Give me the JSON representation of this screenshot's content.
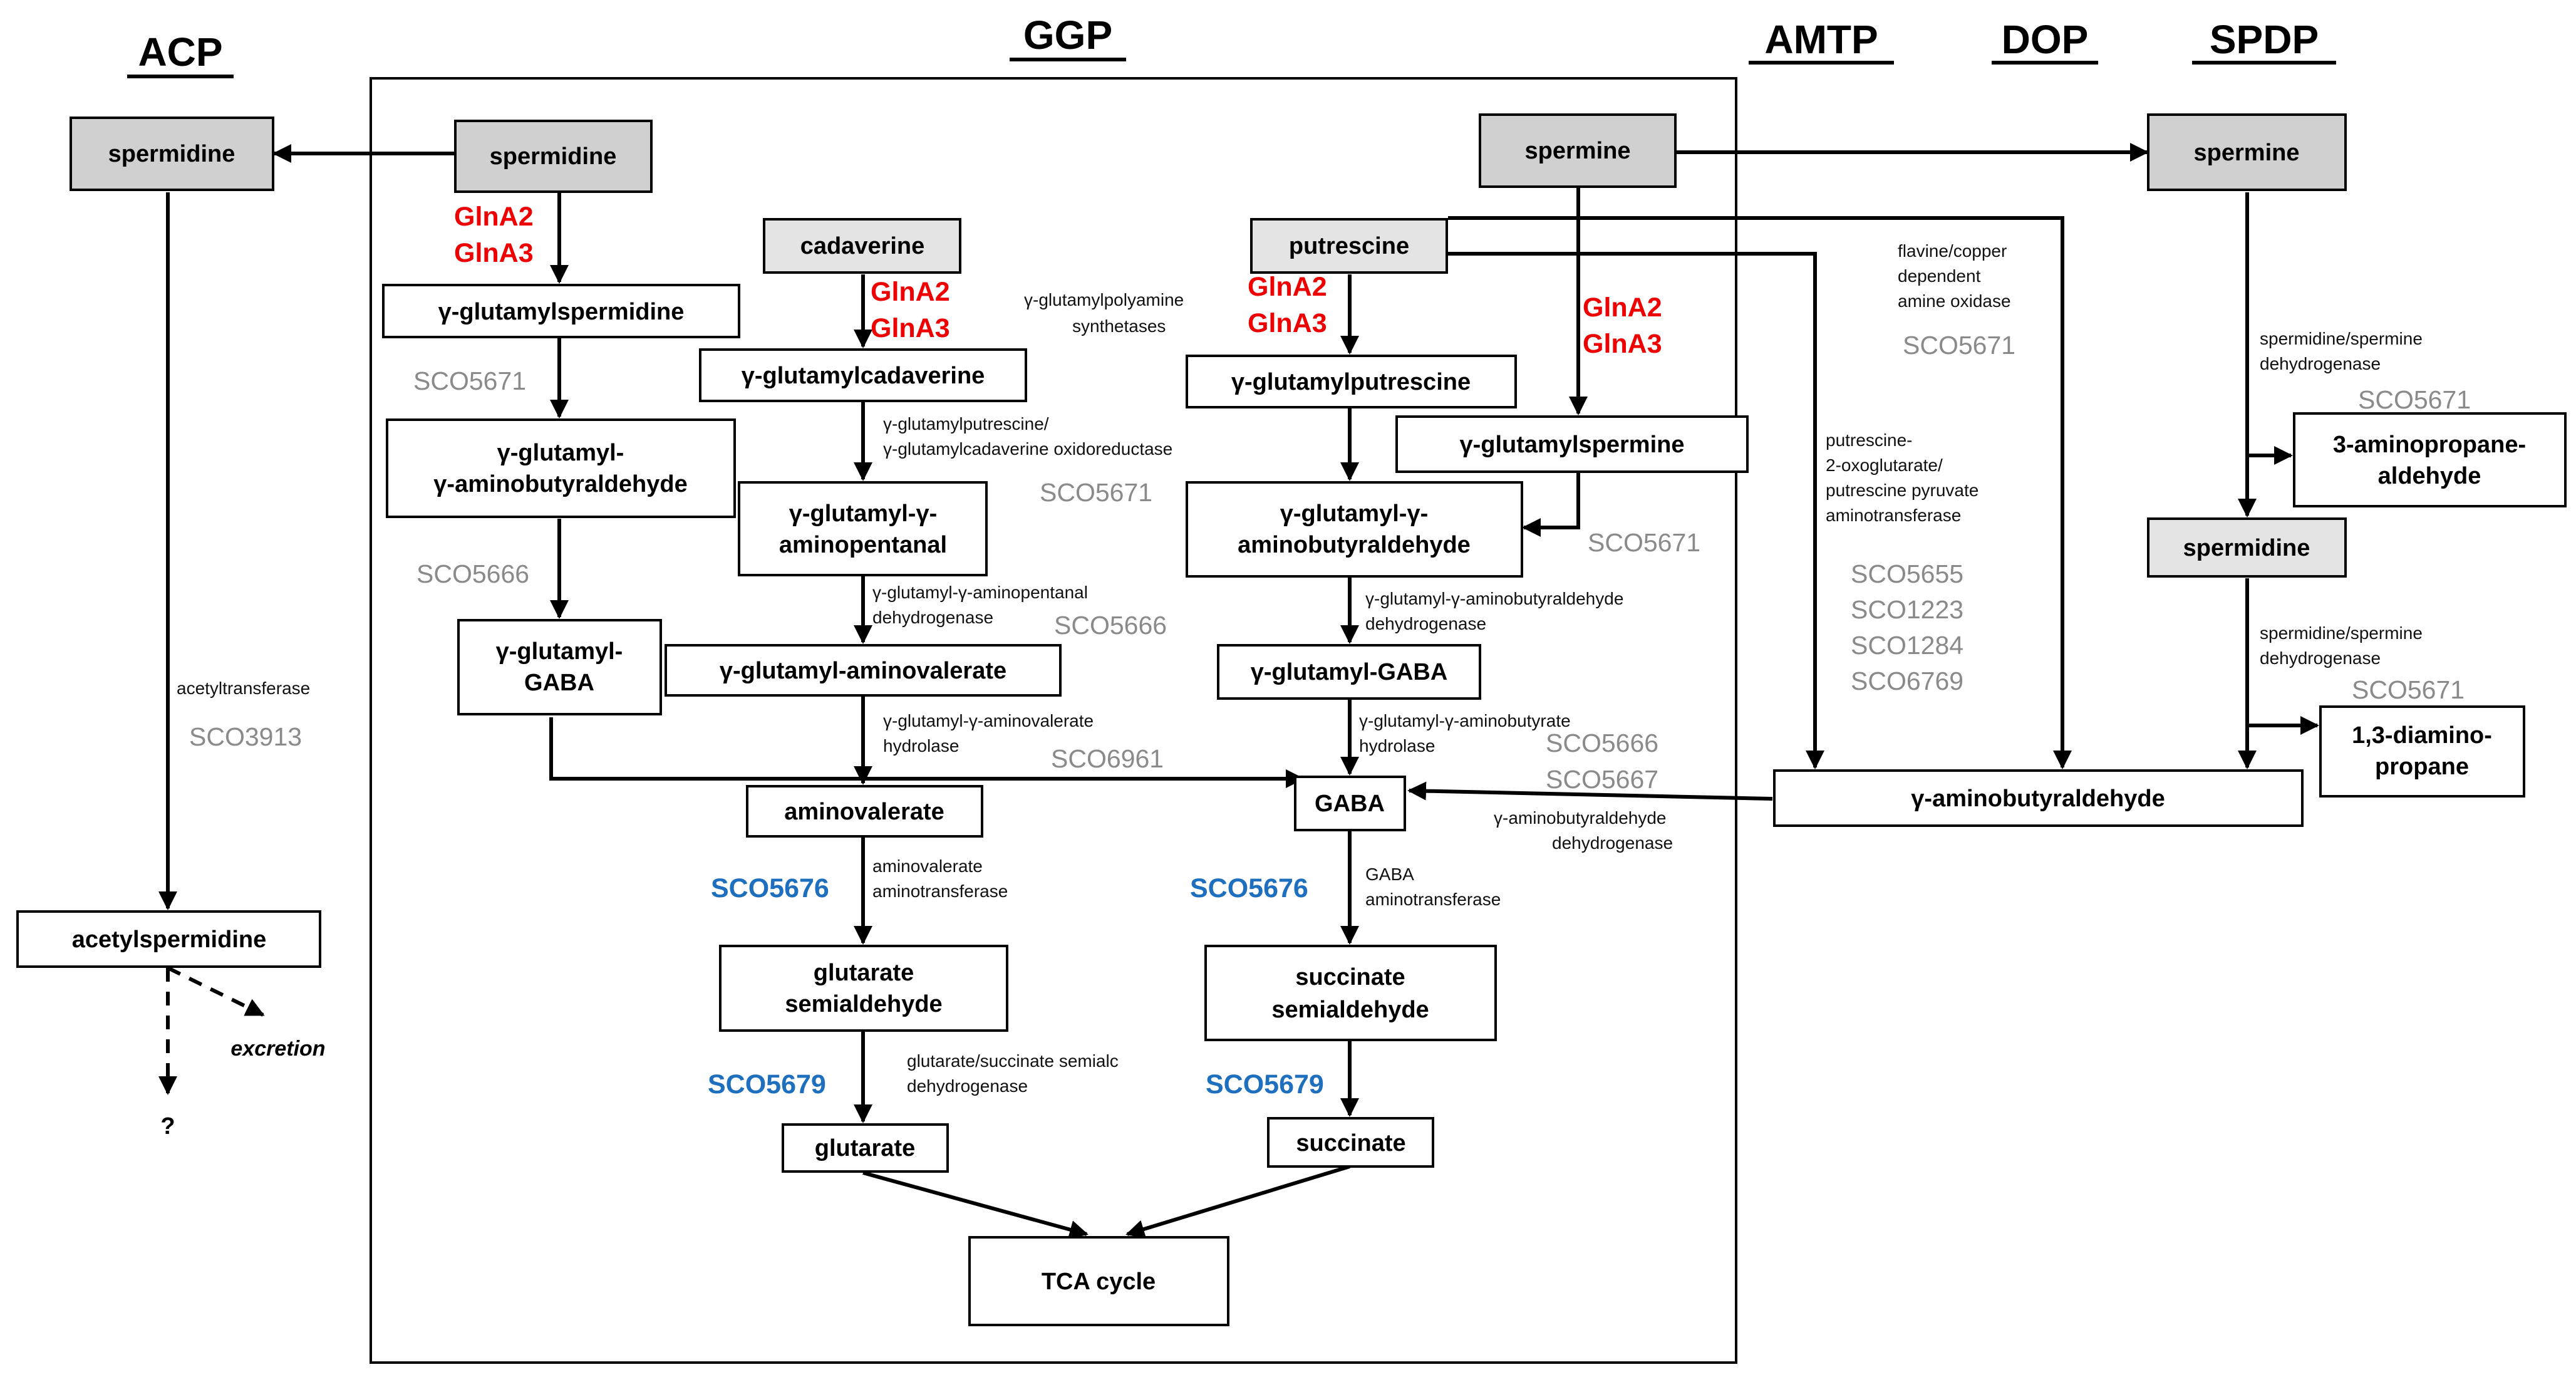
{
  "headers": {
    "acp": "ACP",
    "ggp": "GGP",
    "amtp": "AMTP",
    "dop": "DOP",
    "spdp": "SPDP"
  },
  "nodes": {
    "acp_spermidine": "spermidine",
    "acp_acetylspermidine": "acetylspermidine",
    "acp_excretion": "excretion",
    "acp_unknown": "?",
    "ggp_spermidine": "spermidine",
    "glu_spermidine": "γ-glutamylspermidine",
    "glu_aminobutyraldehyde_left": [
      "γ-glutamyl-",
      "γ-aminobutyraldehyde"
    ],
    "glu_gaba_left": [
      "γ-glutamyl-",
      "GABA"
    ],
    "cadaverine": "cadaverine",
    "glu_cadaverine": "γ-glutamylcadaverine",
    "glu_aminopentanal": [
      "γ-glutamyl-γ-",
      "aminopentanal"
    ],
    "glu_aminovalerate": "γ-glutamyl-aminovalerate",
    "aminovalerate": "aminovalerate",
    "glutarate_semialdehyde": [
      "glutarate",
      "semialdehyde"
    ],
    "glutarate": "glutarate",
    "tca_cycle": "TCA cycle",
    "putrescine": "putrescine",
    "glu_putrescine": "γ-glutamylputrescine",
    "glu_aminobutyraldehyde_mid": [
      "γ-glutamyl-γ-",
      "aminobutyraldehyde"
    ],
    "glu_gaba_mid": "γ-glutamyl-GABA",
    "gaba": "GABA",
    "succinate_semialdehyde": [
      "succinate",
      "semialdehyde"
    ],
    "succinate": "succinate",
    "ggp_spermine": "spermine",
    "glu_spermine": "γ-glutamylspermine",
    "aminobutyraldehyde": "γ-aminobutyraldehyde",
    "spdp_spermine": "spermine",
    "spdp_spermidine": "spermidine",
    "aminopropane_aldehyde": [
      "3-aminopropane-",
      "aldehyde"
    ],
    "diaminopropane": [
      "1,3-diamino-",
      "propane"
    ]
  },
  "enzymes": {
    "acetyltransferase": "acetyltransferase",
    "polyamine_synthetases": [
      "γ-glutamylpolyamine",
      "synthetases"
    ],
    "oxidoreductase": [
      "γ-glutamylputrescine/",
      "γ-glutamylcadaverine oxidoreductase"
    ],
    "aminopentanal_dh": [
      "γ-glutamyl-γ-aminopentanal",
      "dehydrogenase"
    ],
    "aminovalerate_hydrolase": [
      "γ-glutamyl-γ-aminovalerate",
      "hydrolase"
    ],
    "aminovalerate_aminotransferase": [
      "aminovalerate",
      "aminotransferase"
    ],
    "glutarate_succinate_dh": [
      "glutarate/succinate semialc",
      "dehydrogenase"
    ],
    "aminobutyraldehyde_dh_mid": [
      "γ-glutamyl-γ-aminobutyraldehyde",
      "dehydrogenase"
    ],
    "aminobutyrate_hydrolase": [
      "γ-glutamyl-γ-aminobutyrate",
      "hydrolase"
    ],
    "gaba_aminotransferase": [
      "GABA",
      "aminotransferase"
    ],
    "aminobutyraldehyde_dh_right": [
      "γ-aminobutyraldehyde",
      "dehydrogenase"
    ],
    "amine_oxidase": [
      "flavine/copper",
      "dependent",
      "amine oxidase"
    ],
    "putrescine_aminotransferase": [
      "putrescine-",
      "2-oxoglutarate/",
      "putrescine pyruvate",
      "aminotransferase"
    ],
    "spd_spm_dh_1": [
      "spermidine/spermine",
      "dehydrogenase"
    ],
    "spd_spm_dh_2": [
      "spermidine/spermine",
      "dehydrogenase"
    ]
  },
  "genes": {
    "gln_a2": "GlnA2",
    "gln_a3": "GlnA3",
    "sco5671": "SCO5671",
    "sco5666": "SCO5666",
    "sco3913": "SCO3913",
    "sco6961": "SCO6961",
    "sco5667": "SCO5667",
    "sco5676": "SCO5676",
    "sco5679": "SCO5679",
    "sco5655": "SCO5655",
    "sco1223": "SCO1223",
    "sco1284": "SCO1284",
    "sco6769": "SCO6769"
  },
  "colors": {
    "gray_box": "#d0d0d0",
    "light_gray_box": "#e4e4e4",
    "red_gene": "#ee0000",
    "blue_gene": "#1f6fbf",
    "gray_gene": "#8a8a8a"
  }
}
